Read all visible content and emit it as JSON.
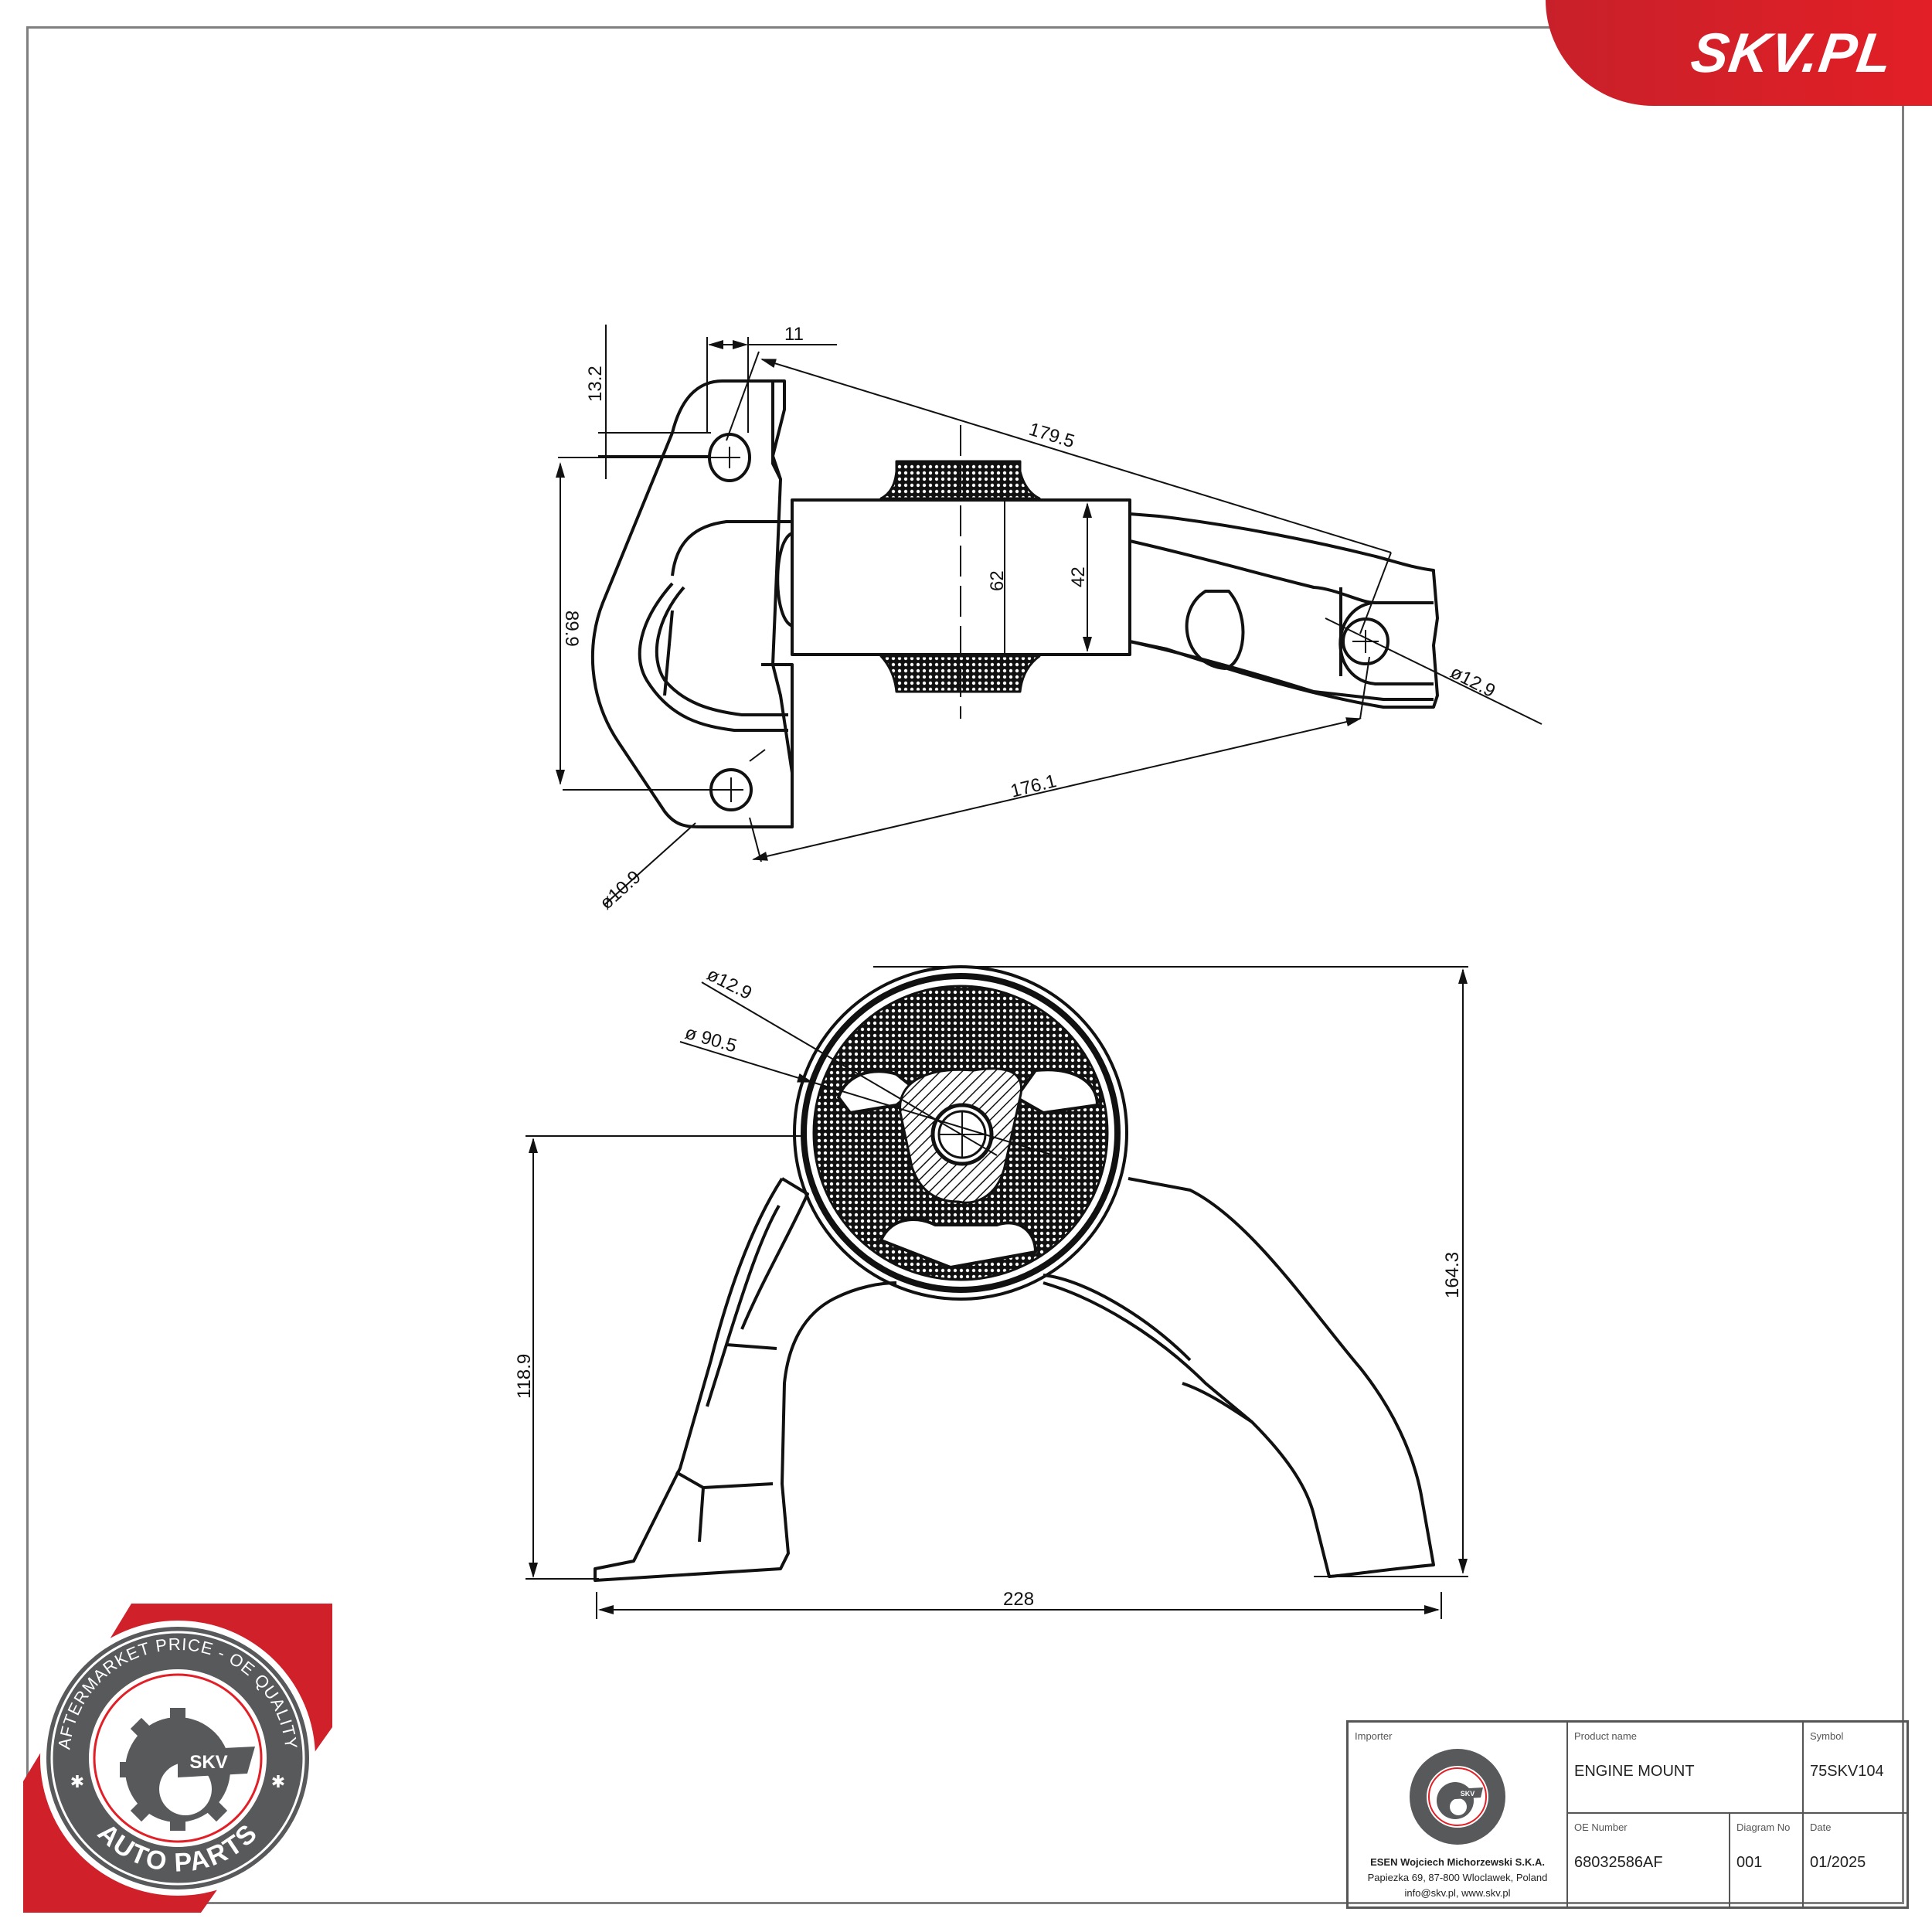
{
  "brand": {
    "site_label": "SKV.PL",
    "colors": {
      "red": "#e21f26",
      "dark_gray": "#58595b",
      "frame_gray": "#7f7f7f"
    }
  },
  "badge": {
    "top_text": "AFTERMARKET PRICE - OE QUALITY",
    "bottom_text": "AUTO PARTS",
    "center_text": "SKV"
  },
  "top_view": {
    "dimensions": {
      "hole_offset_x": "11",
      "hole_offset_y": "13.2",
      "overall_length_upper": "179.5",
      "overall_length_lower": "176.1",
      "hole_spacing_vertical": "89.9",
      "bushing_outer": "62",
      "bushing_inner": "42",
      "right_hole_dia": "ø12.9",
      "left_hole_dia": "ø10.9"
    }
  },
  "front_view": {
    "dimensions": {
      "center_hole_dia": "ø12.9",
      "outer_dia": "ø 90.5",
      "total_height": "164.3",
      "center_height": "118.9",
      "total_width": "228"
    }
  },
  "title_block": {
    "importer_label": "Importer",
    "importer_name": "ESEN Wojciech Michorzewski S.K.A.",
    "importer_address": "Papiezka 69, 87-800 Wloclawek, Poland",
    "importer_contact": "info@skv.pl, www.skv.pl",
    "product_name_label": "Product name",
    "product_name": "ENGINE MOUNT",
    "symbol_label": "Symbol",
    "symbol": "75SKV104",
    "oe_number_label": "OE Number",
    "oe_number": "68032586AF",
    "diagram_no_label": "Diagram No",
    "diagram_no": "001",
    "date_label": "Date",
    "date": "01/2025"
  }
}
